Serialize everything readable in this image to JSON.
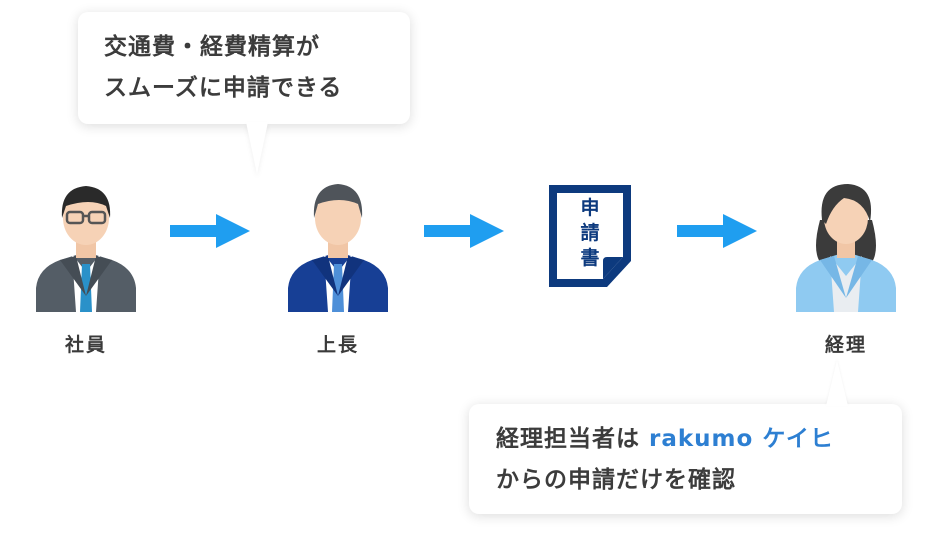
{
  "bubble_top": {
    "line1": "交通費・経費精算が",
    "line2": "スムーズに申請できる"
  },
  "bubble_bottom": {
    "line1_prefix": "経理担当者は ",
    "line1_brand": "rakumo ケイヒ",
    "line2": "からの申請だけを確認"
  },
  "roles": {
    "employee": "社員",
    "boss": "上長",
    "accounting": "経理"
  },
  "document": {
    "char1": "申",
    "char2": "請",
    "char3": "書"
  },
  "colors": {
    "arrow": "#1f9ef0",
    "doc": "#0d3a7e",
    "brand": "#2d7fd2",
    "employee_suit": "#545d66",
    "boss_suit": "#173f95",
    "accounting_suit": "#8fcaf1"
  }
}
